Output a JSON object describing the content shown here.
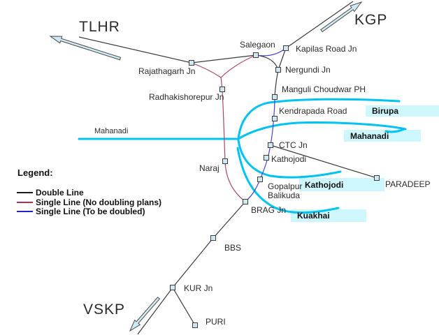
{
  "terminals": {
    "tlhr": "TLHR",
    "kgp": "KGP",
    "vskp": "VSKP"
  },
  "stations": {
    "rajathagarh": "Rajathagarh Jn",
    "salegaon": "Salegaon",
    "kapilas": "Kapilas Road Jn",
    "nergundi": "Nergundi Jn",
    "manguli": "Manguli Choudwar PH",
    "radhakishorepur": "Radhakishorepur Jn",
    "kendrapada": "Kendrapada Road",
    "ctc": "CTC Jn",
    "kathojodi": "Kathojodi",
    "naraj": "Naraj",
    "gopalpur_line1": "Gopalpur",
    "gopalpur_line2": "Balikuda",
    "brag": "BRAG Jn",
    "bbs": "BBS",
    "kur": "KUR Jn",
    "puri": "PURI",
    "paradeep": "PARADEEP"
  },
  "rivers": {
    "mahanadi_west": "Mahanadi",
    "birupa": "Birupa",
    "mahanadi": "Mahanadi",
    "kathojodi": "Kathojodi",
    "kuakhai": "Kuakhai"
  },
  "legend": {
    "heading": "Legend:",
    "items": [
      {
        "label": "Double Line",
        "color": "#1a1a1a"
      },
      {
        "label": "Single Line (No doubling plans)",
        "color": "#b02f55"
      },
      {
        "label": "Single Line (To be doubled)",
        "color": "#2424cc"
      }
    ]
  },
  "colors": {
    "double_line": "#3c3c3c",
    "single_line_keep": "#ad4468",
    "single_line_double": "#4a42d4",
    "river": "#00c3f2",
    "river_label_bg": "#cdf7fc",
    "station_fill": "#cfe9f3",
    "station_border": "#3c3c3c",
    "arrow_fill": "#cfe9f3",
    "arrow_border": "#4a4a4a"
  }
}
